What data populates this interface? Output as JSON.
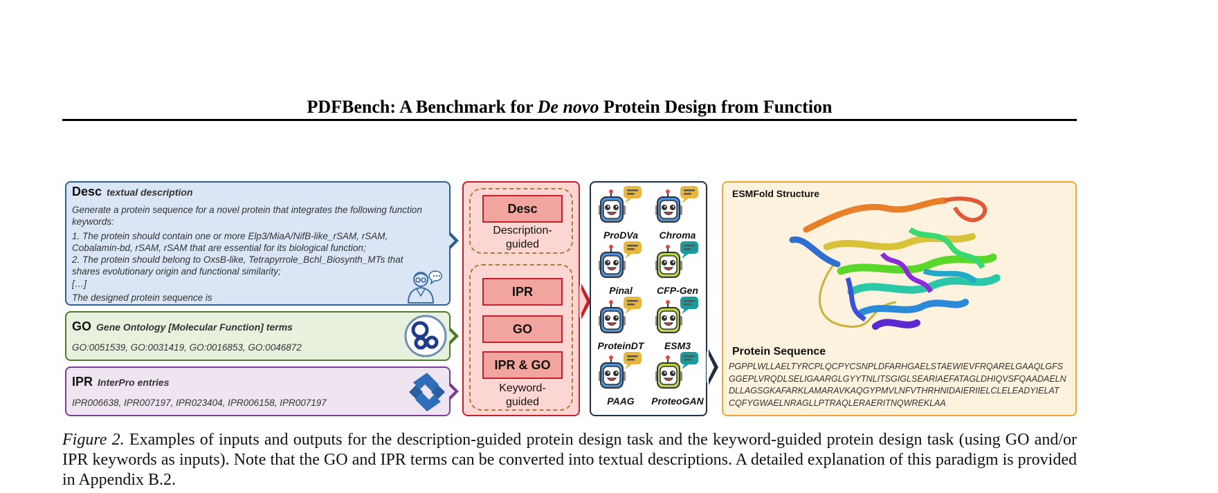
{
  "header": {
    "title_before": "PDFBench: A Benchmark for",
    "title_italic": "De novo",
    "title_after": "Protein Design from Function"
  },
  "desc_panel": {
    "title": "Desc",
    "subtitle": "textual description",
    "lines": [
      "Generate a protein sequence for a novel protein that integrates the following function",
      "keywords:",
      "1. The protein should contain one or more Elp3/MiaA/NifB-like_rSAM, rSAM,",
      "Cobalamin-bd, rSAM, rSAM that are essential for its biological function;",
      "2. The protein should belong to OxsB-like, Tetrapyrrole_Bchl_Biosynth_MTs that",
      "shares evolutionary origin and functional similarity;",
      "[…]",
      "The designed protein sequence is"
    ]
  },
  "go_panel": {
    "title": "GO",
    "subtitle": "Gene Ontology [Molecular Function] terms",
    "terms": "GO:0051539, GO:0031419, GO:0016853, GO:0046872"
  },
  "ipr_panel": {
    "title": "IPR",
    "subtitle": "InterPro entries",
    "terms": "IPR006638, IPR007197, IPR023404, IPR006158, IPR007197"
  },
  "task_panel": {
    "desc_button": "Desc",
    "desc_label_1": "Description-",
    "desc_label_2": "guided",
    "ipr_button": "IPR",
    "go_button": "GO",
    "iprgo_button": "IPR & GO",
    "kw_label_1": "Keyword-",
    "kw_label_2": "guided"
  },
  "models": [
    {
      "name": "ProDVa",
      "kind": "desc"
    },
    {
      "name": "Chroma",
      "kind": "desc"
    },
    {
      "name": "Pinal",
      "kind": "desc"
    },
    {
      "name": "CFP-Gen",
      "kind": "kw"
    },
    {
      "name": "ProteinDT",
      "kind": "desc"
    },
    {
      "name": "ESM3",
      "kind": "kw"
    },
    {
      "name": "PAAG",
      "kind": "desc"
    },
    {
      "name": "ProteoGAN",
      "kind": "kw"
    }
  ],
  "output_panel": {
    "structure_label": "ESMFold Structure",
    "sequence_label": "Protein Sequence",
    "sequence_lines": [
      "PGPPLWLLAELTYRCPLQCPYCSNPLDFARHGAELSTAEWIEVFRQARELGAAQLGFS",
      "GGEPLVRQDLSELIGAARGLGYYTNLITSGIGLSEARIAEFATAGLDHIQVSFQAADAELN",
      "DLLAGSGKAFARKLAMARAVKAQGYPMVLNFVTHRHNIDAIERIIELCLELEADYIELAT",
      "CQFYGWAELNRAGLLPTRAQLERAERITNQWREKLAA"
    ]
  },
  "caption": {
    "label": "Figure 2.",
    "text": "Examples of inputs and outputs for the description-guided protein design task and the keyword-guided protein design task (using GO and/or IPR keywords as inputs). Note that the GO and IPR terms can be converted into textual descriptions. A detailed explanation of this paradigm is provided in Appendix B.2."
  },
  "colors": {
    "desc_bubble": "#e8b63a",
    "kw_bubble": "#1a9b9b",
    "desc_robot": "#4f8fd6",
    "kw_robot": "#b9d44a"
  }
}
